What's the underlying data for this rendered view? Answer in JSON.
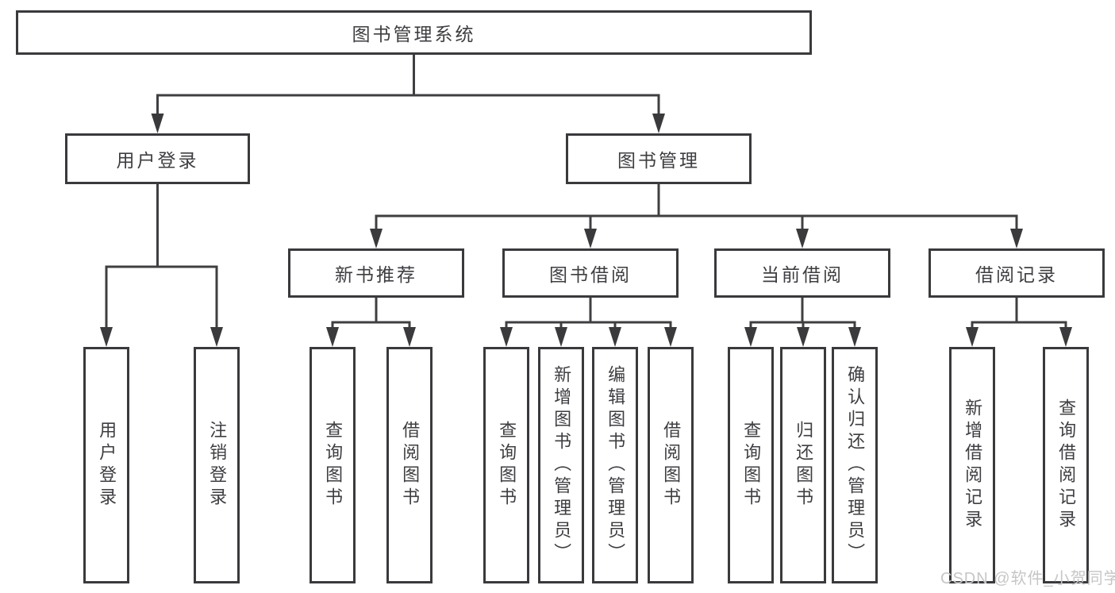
{
  "nodes": {
    "root": "图书管理系统",
    "user_login": "用户登录",
    "book_mgmt": "图书管理",
    "new_book": "新书推荐",
    "book_borrow": "图书借阅",
    "current_borrow": "当前借阅",
    "borrow_record": "借阅记录",
    "leaf_user_login": "用户登录",
    "leaf_logout": "注销登录",
    "leaf_nb_query": "查询图书",
    "leaf_nb_borrow": "借阅图书",
    "leaf_bb_query": "查询图书",
    "leaf_bb_add": "新增图书（管理员）",
    "leaf_bb_edit": "编辑图书（管理员）",
    "leaf_bb_borrow": "借阅图书",
    "leaf_cb_query": "查询图书",
    "leaf_cb_return": "归还图书",
    "leaf_cb_confirm": "确认归还（管理员）",
    "leaf_br_add": "新增借阅记录",
    "leaf_br_query": "查询借阅记录"
  },
  "hierarchy": {
    "图书管理系统": {
      "用户登录": [
        "用户登录",
        "注销登录"
      ],
      "图书管理": {
        "新书推荐": [
          "查询图书",
          "借阅图书"
        ],
        "图书借阅": [
          "查询图书",
          "新增图书（管理员）",
          "编辑图书（管理员）",
          "借阅图书"
        ],
        "当前借阅": [
          "查询图书",
          "归还图书",
          "确认归还（管理员）"
        ],
        "借阅记录": [
          "新增借阅记录",
          "查询借阅记录"
        ]
      }
    }
  },
  "watermark": "CSDN @软件_小贺同学",
  "colors": {
    "box_border": "#3a3a3d",
    "line": "#3f3f42",
    "text": "#3e3e42",
    "watermark_text": "#c6c6c6",
    "background": "#ffffff"
  }
}
